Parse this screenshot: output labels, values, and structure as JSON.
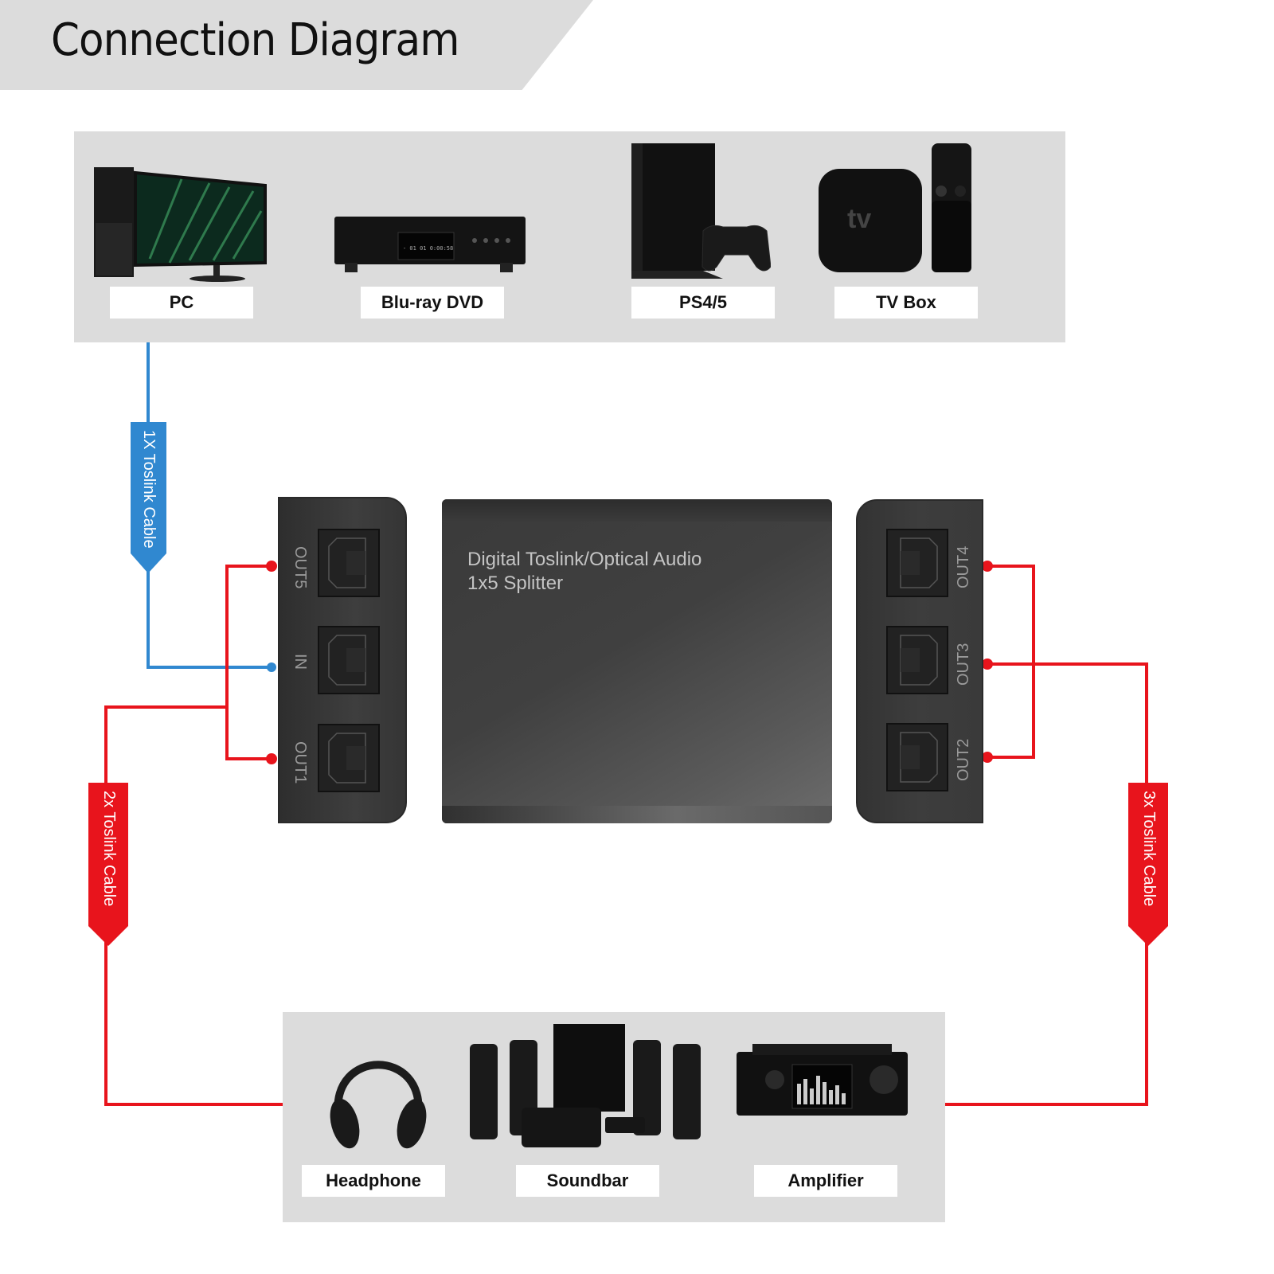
{
  "title": "Connection Diagram",
  "colors": {
    "input_cable": "#3088d0",
    "output_cable": "#e8141c",
    "panel_bg": "#dcdcdc",
    "device_body": "#3c3c3c"
  },
  "sources": {
    "items": [
      {
        "label": "PC",
        "icon": "pc-monitor-icon"
      },
      {
        "label": "Blu-ray DVD",
        "icon": "bluray-player-icon"
      },
      {
        "label": "PS4/5",
        "icon": "game-console-icon"
      },
      {
        "label": "TV Box",
        "icon": "tv-box-icon"
      }
    ]
  },
  "splitter": {
    "title_line1": "Digital Toslink/Optical Audio",
    "title_line2": "1x5 Splitter",
    "left_ports": [
      "OUT5",
      "IN",
      "OUT1"
    ],
    "right_ports": [
      "OUT4",
      "OUT3",
      "OUT2"
    ]
  },
  "cables": {
    "input": "1X Toslink Cable",
    "left_output": "2x Toslink Cable",
    "right_output": "3x Toslink Cable"
  },
  "outputs": {
    "items": [
      {
        "label": "Headphone",
        "icon": "headphone-icon"
      },
      {
        "label": "Soundbar",
        "icon": "speaker-system-icon"
      },
      {
        "label": "Amplifier",
        "icon": "amplifier-icon"
      }
    ]
  }
}
